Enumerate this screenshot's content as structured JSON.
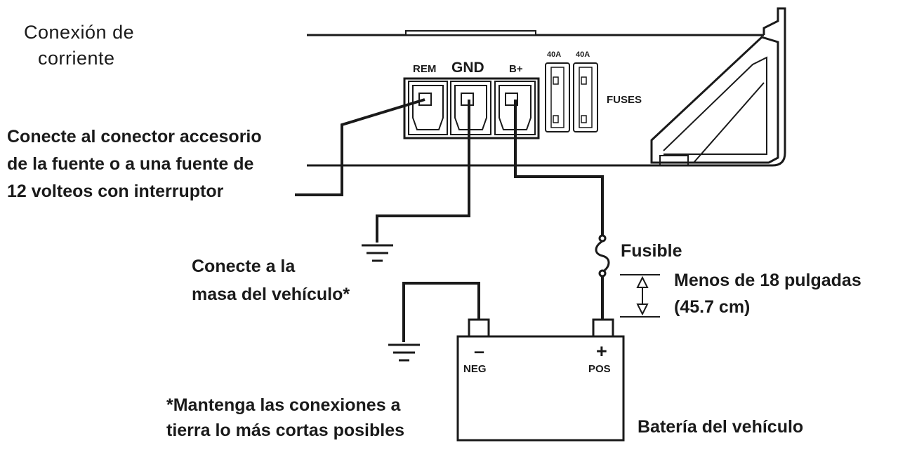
{
  "title": {
    "line1": "Conexión de",
    "line2": "corriente"
  },
  "terminals": {
    "rem": "REM",
    "gnd": "GND",
    "bplus": "B+"
  },
  "fuses": {
    "rating1": "40A",
    "rating2": "40A",
    "label": "FUSES"
  },
  "remote_instruction": {
    "line1": "Conecte al conector accesorio",
    "line2": "de la fuente o a una fuente de",
    "line3": "12 volteos con interruptor"
  },
  "chassis_ground": {
    "line1": "Conecte a la",
    "line2": "masa del vehículo*"
  },
  "inline_fuse": {
    "label": "Fusible"
  },
  "distance": {
    "line1": "Menos de 18 pulgadas",
    "line2": "(45.7 cm)"
  },
  "battery": {
    "neg_symbol": "–",
    "neg_label": "NEG",
    "pos_symbol": "+",
    "pos_label": "POS",
    "caption": "Batería del vehículo"
  },
  "note": {
    "line1": "*Mantenga las conexiones a",
    "line2": "tierra lo más cortas posibles"
  }
}
